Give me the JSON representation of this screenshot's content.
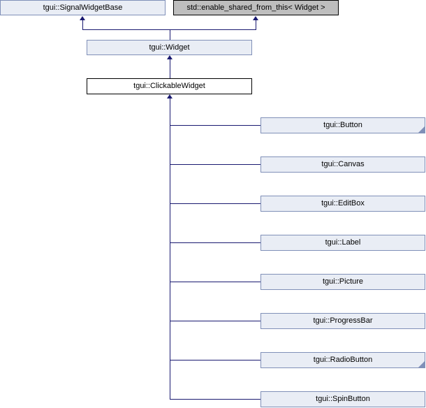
{
  "diagram": {
    "type": "inheritance-diagram",
    "colors": {
      "node_fill": "#e9edf5",
      "node_border": "#8090b8",
      "edge": "#191970",
      "external_fill": "#bebebe",
      "current_fill": "#ffffff",
      "current_border": "#000000",
      "background": "#ffffff",
      "text": "#000000"
    },
    "nodes": {
      "signal_widget_base": {
        "label": "tgui::SignalWidgetBase"
      },
      "enable_shared_from_this": {
        "label": "std::enable_shared_from_this< Widget >"
      },
      "widget": {
        "label": "tgui::Widget"
      },
      "clickable_widget": {
        "label": "tgui::ClickableWidget"
      }
    },
    "children": [
      {
        "label": "tgui::Button",
        "has_hidden_subclasses": true
      },
      {
        "label": "tgui::Canvas",
        "has_hidden_subclasses": false
      },
      {
        "label": "tgui::EditBox",
        "has_hidden_subclasses": false
      },
      {
        "label": "tgui::Label",
        "has_hidden_subclasses": false
      },
      {
        "label": "tgui::Picture",
        "has_hidden_subclasses": false
      },
      {
        "label": "tgui::ProgressBar",
        "has_hidden_subclasses": false
      },
      {
        "label": "tgui::RadioButton",
        "has_hidden_subclasses": true
      },
      {
        "label": "tgui::SpinButton",
        "has_hidden_subclasses": false
      }
    ]
  }
}
